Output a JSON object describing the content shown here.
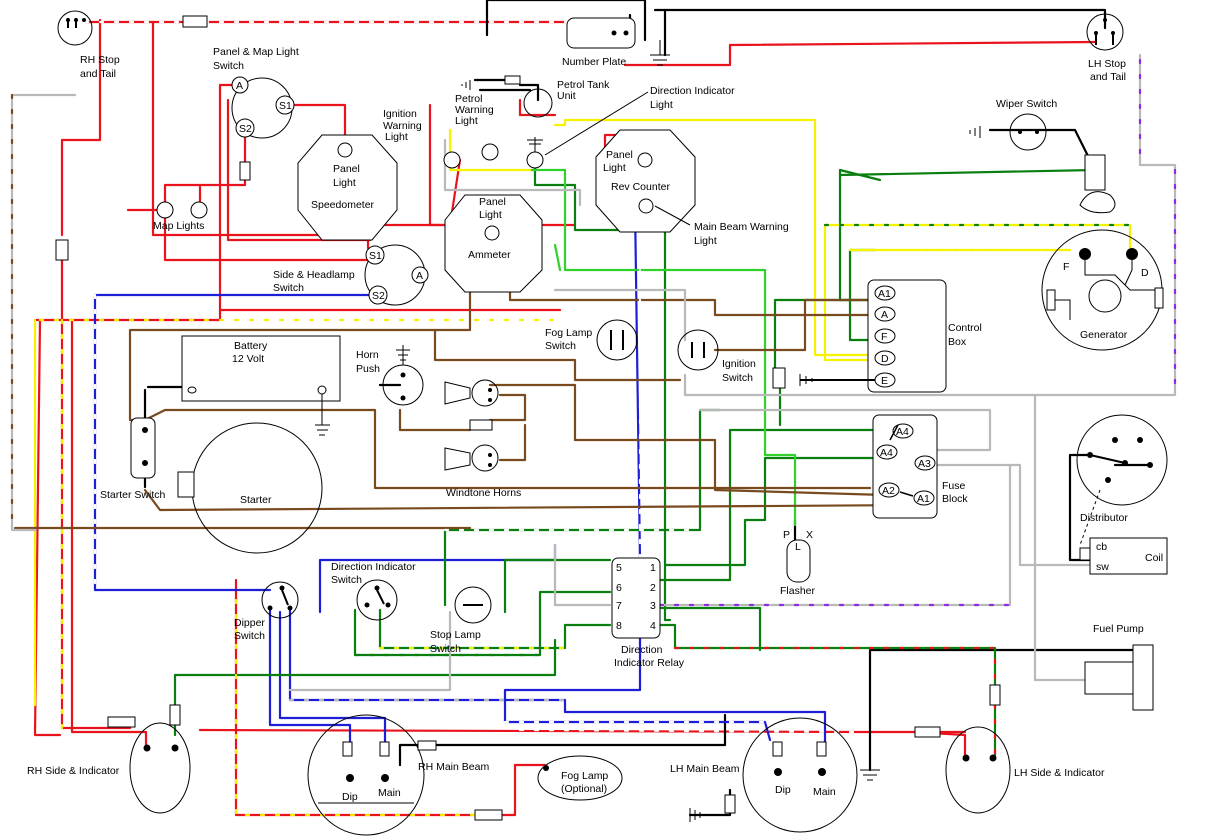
{
  "labels": {
    "rh_stop_tail": [
      "RH Stop",
      "and Tail"
    ],
    "lh_stop_tail": [
      "LH Stop",
      "and Tail"
    ],
    "number_plate": "Number Plate",
    "panel_map_switch": [
      "Panel & Map Light",
      "Switch"
    ],
    "petrol_tank_unit": [
      "Petrol Tank",
      "Unit"
    ],
    "petrol_warning": [
      "Petrol",
      "Warning",
      "Light"
    ],
    "ignition_warning": [
      "Ignition",
      "Warning",
      "Light"
    ],
    "direction_indicator_light": [
      "Direction Indicator",
      "Light"
    ],
    "wiper_switch": "Wiper Switch",
    "speedo_panel_light": [
      "Panel",
      "Light"
    ],
    "speedometer": "Speedometer",
    "rev_panel_light": [
      "Panel",
      "Light"
    ],
    "rev_counter": "Rev Counter",
    "main_beam_warning": [
      "Main Beam Warning",
      "Light"
    ],
    "ammeter_panel_light": [
      "Panel",
      "Light"
    ],
    "ammeter": "Ammeter",
    "map_lights": "Map Lights",
    "side_headlamp_switch": [
      "Side & Headlamp",
      "Switch"
    ],
    "control_box": [
      "Control",
      "Box"
    ],
    "generator": "Generator",
    "gen_f": "F",
    "gen_d": "D",
    "battery": [
      "Battery",
      "12 Volt"
    ],
    "horn_push": [
      "Horn",
      "Push"
    ],
    "fog_lamp_switch": [
      "Fog Lamp",
      "Switch"
    ],
    "ignition_switch": [
      "Ignition",
      "Switch"
    ],
    "fuse_block": [
      "Fuse",
      "Block"
    ],
    "distributor": "Distributor",
    "coil": "Coil",
    "coil_cb": "cb",
    "coil_sw": "sw",
    "starter_switch": "Starter Switch",
    "starter": "Starter",
    "windtone_horns": "Windtone Horns",
    "flasher": "Flasher",
    "flasher_terms": [
      "P",
      "L",
      "X"
    ],
    "direction_indicator_switch": [
      "Direction Indicator",
      "Switch"
    ],
    "dipper_switch": [
      "Dipper",
      "Switch"
    ],
    "stop_lamp_switch": [
      "Stop Lamp",
      "Switch"
    ],
    "direction_indicator_relay": [
      "Direction",
      "Indicator Relay"
    ],
    "fuel_pump": "Fuel Pump",
    "rh_side_indicator": "RH Side & Indicator",
    "rh_main_beam": "RH Main Beam",
    "lh_main_beam": "LH Main Beam",
    "lh_side_indicator": "LH Side & Indicator",
    "fog_lamp_optional": [
      "Fog Lamp",
      "(Optional)"
    ],
    "dip": "Dip",
    "main": "Main",
    "control_box_terms": [
      "A1",
      "A",
      "F",
      "D",
      "E"
    ],
    "fuse_terms": [
      "A4",
      "A4",
      "A3",
      "A2",
      "A1"
    ],
    "relay_left_terms": [
      "5",
      "6",
      "7",
      "8"
    ],
    "relay_right_terms": [
      "1",
      "2",
      "3",
      "4"
    ],
    "panel_switch_terms": [
      "A",
      "S1",
      "S2"
    ],
    "headlamp_switch_terms": [
      "S1",
      "A",
      "S2"
    ]
  },
  "colors": {
    "red": "#e8131c",
    "black": "#000000",
    "blue": "#1d1ed6",
    "green": "#0a7f10",
    "light_green": "#2fd12a",
    "yellow": "#f6f300",
    "brown": "#7a4a1f",
    "grey": "#b9b9b9",
    "purple": "#8a2be2",
    "white": "#ffffff"
  }
}
